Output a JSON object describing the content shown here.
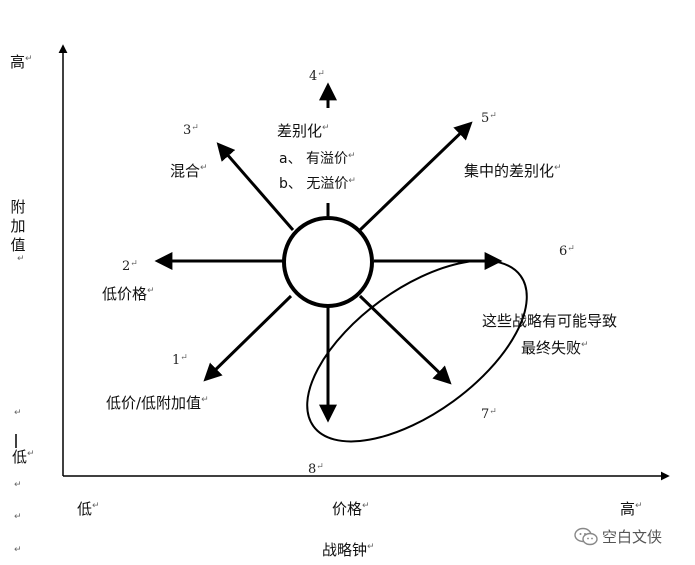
{
  "title": "战略钟",
  "y_axis": {
    "label": "附加值",
    "high": "高",
    "low": "低"
  },
  "x_axis": {
    "label": "价格",
    "low": "低",
    "high": "高"
  },
  "routes": [
    {
      "num": "1",
      "label": "低价/低附加值"
    },
    {
      "num": "2",
      "label": "低价格"
    },
    {
      "num": "3",
      "label": "混合"
    },
    {
      "num": "4",
      "label": "差别化",
      "sub": [
        "a、  有溢价",
        "b、  无溢价"
      ]
    },
    {
      "num": "5",
      "label": "集中的差别化"
    },
    {
      "num": "6",
      "label": ""
    },
    {
      "num": "7",
      "label": ""
    },
    {
      "num": "8",
      "label": ""
    }
  ],
  "failure_note": [
    "这些战略有可能导致",
    "最终失败"
  ],
  "paragraph_mark": "↵",
  "watermark": {
    "text": "空白文侠",
    "icon": "wechat-icon"
  }
}
